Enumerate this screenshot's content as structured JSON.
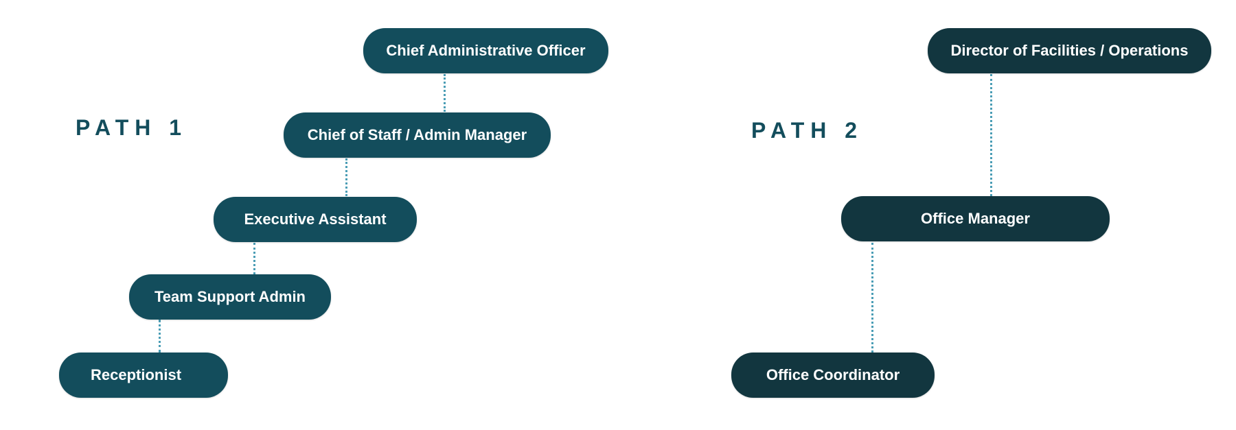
{
  "diagram": {
    "colors": {
      "path1_node": "#134d5c",
      "path2_node": "#12363f",
      "connector": "#4a9db5",
      "label_text": "#134d5c",
      "node_text": "#ffffff"
    },
    "paths": [
      {
        "label": "PATH 1",
        "nodes": [
          {
            "label": "Chief Administrative Officer"
          },
          {
            "label": "Chief of Staff / Admin Manager"
          },
          {
            "label": "Executive Assistant"
          },
          {
            "label": "Team Support Admin"
          },
          {
            "label": "Receptionist"
          }
        ]
      },
      {
        "label": "PATH 2",
        "nodes": [
          {
            "label": "Director of Facilities / Operations"
          },
          {
            "label": "Office Manager"
          },
          {
            "label": "Office Coordinator"
          }
        ]
      }
    ]
  }
}
